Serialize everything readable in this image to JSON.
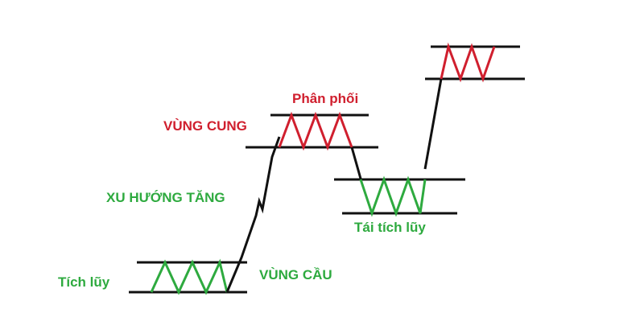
{
  "labels": {
    "accumulation": "Tích lũy",
    "demand_zone": "VÙNG CẦU",
    "uptrend": "XU HƯỚNG TĂNG",
    "supply_zone": "VÙNG CUNG",
    "distribution": "Phân phối",
    "reaccumulation": "Tái tích lũy"
  },
  "colors": {
    "green": "#2eaa3f",
    "red": "#d01f2e",
    "black": "#111111",
    "background": "#ffffff"
  }
}
